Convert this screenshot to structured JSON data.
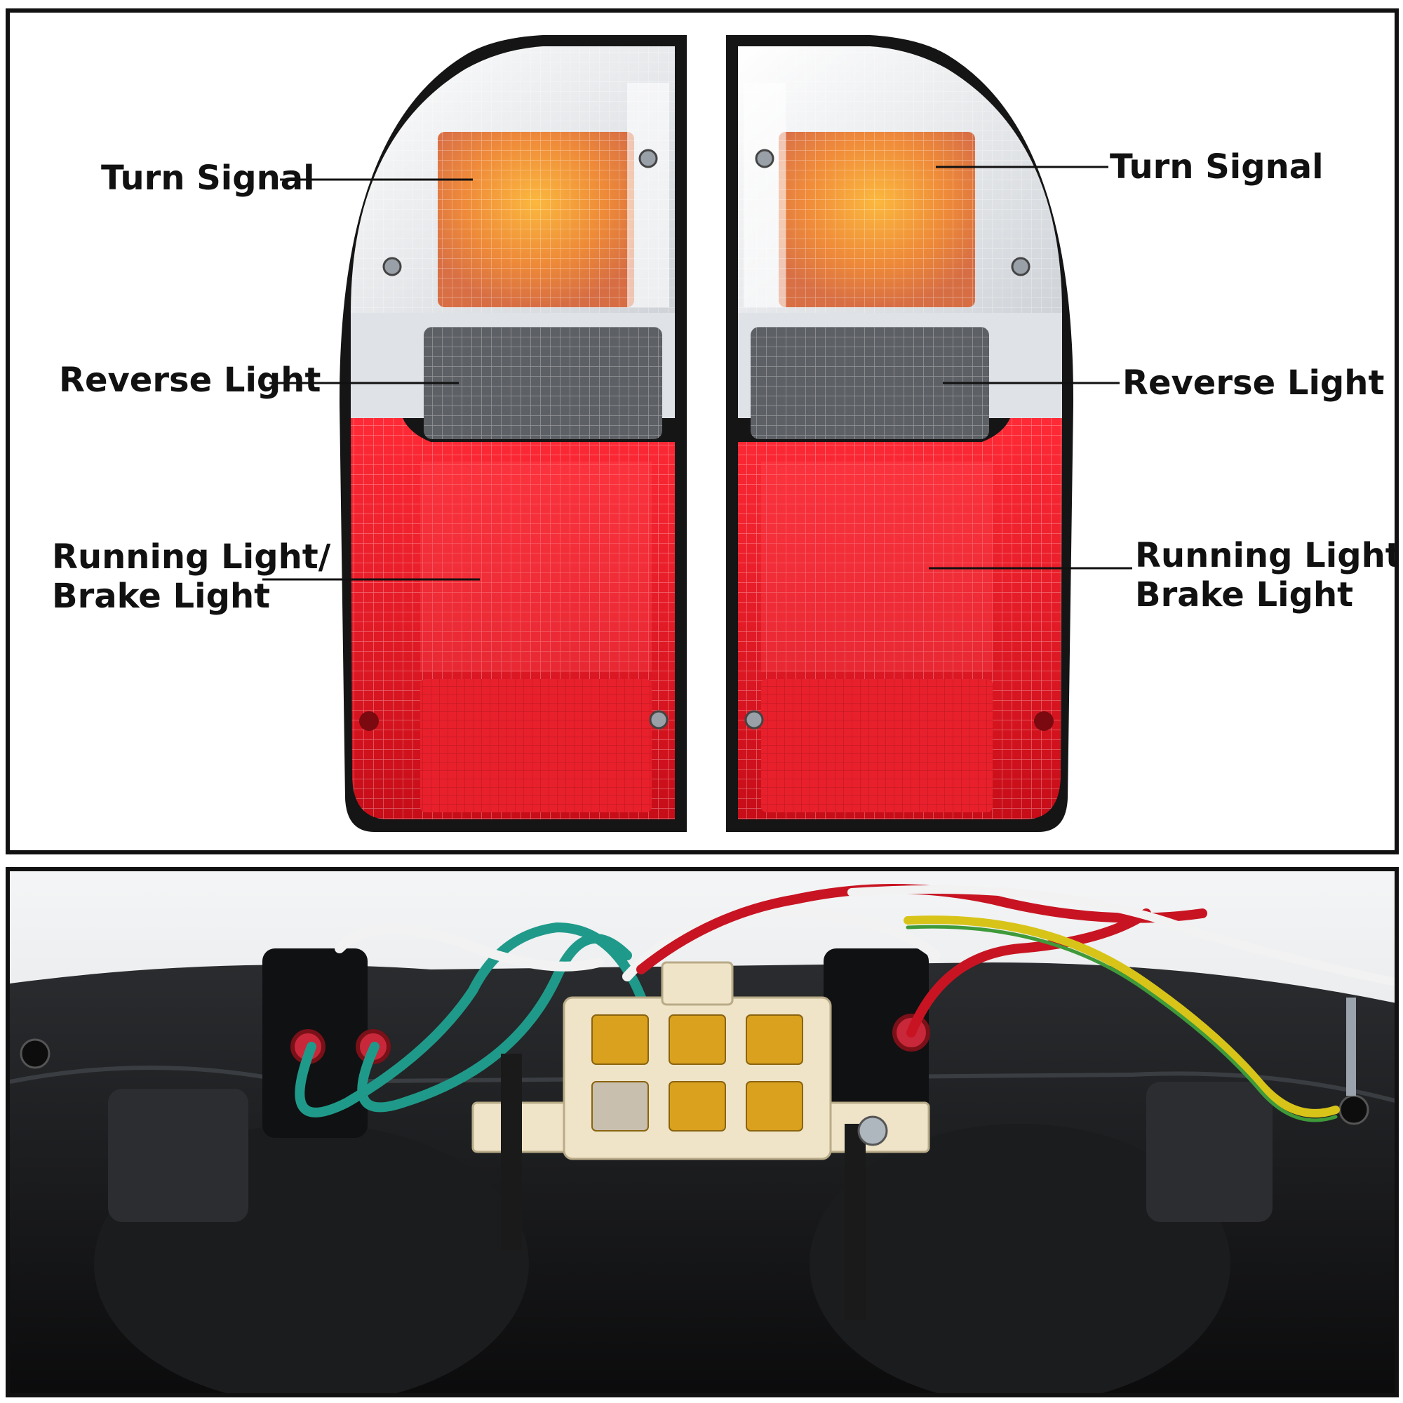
{
  "labels": {
    "left": {
      "turn_signal": "Turn Signal",
      "reverse_light": "Reverse Light",
      "running_line1": "Running Light/",
      "running_line2": "Brake Light"
    },
    "right": {
      "turn_signal": "Turn Signal",
      "reverse_light": "Reverse Light",
      "running_line1": "Running Light/",
      "running_line2": "Brake Light"
    }
  },
  "colors": {
    "lens_red": "#e0101e",
    "lens_clear": "#e9ecef",
    "lens_amber": "#f07a1a",
    "housing": "#151515",
    "wire_green": "#1f9a8a",
    "wire_red": "#c81422",
    "wire_yellow": "#d8c419",
    "wire_white": "#f2f2f2",
    "connector": "#efe4c8"
  }
}
